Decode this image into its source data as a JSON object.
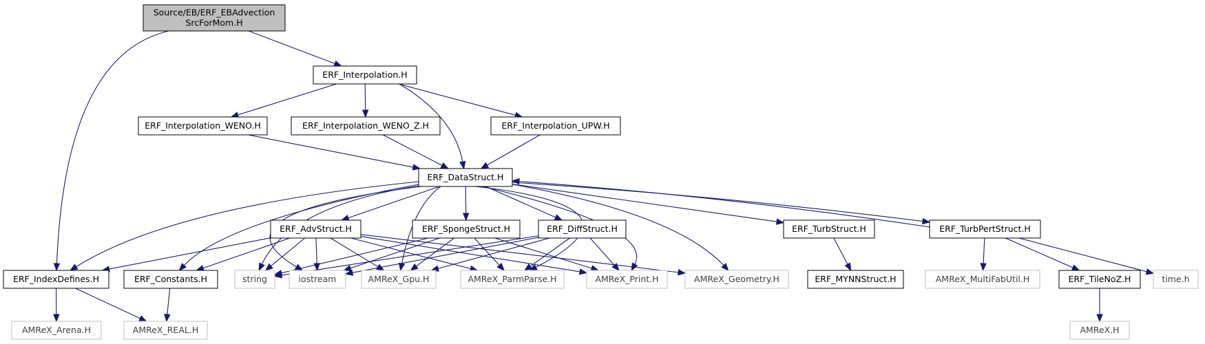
{
  "colors": {
    "edge": "#191970",
    "root_fill": "#bfbfbf",
    "node_border": "#000000",
    "external_border": "#bfbfbf",
    "external_text": "#3f3f3f"
  },
  "nodes": [
    {
      "id": "root",
      "kind": "root",
      "lines": [
        "Source/EB/ERF_EBAdvection",
        "SrcForMom.H"
      ]
    },
    {
      "id": "interp",
      "kind": "local",
      "lines": [
        "ERF_Interpolation.H"
      ]
    },
    {
      "id": "weno",
      "kind": "local",
      "lines": [
        "ERF_Interpolation_WENO.H"
      ]
    },
    {
      "id": "wenoz",
      "kind": "local",
      "lines": [
        "ERF_Interpolation_WENO_Z.H"
      ]
    },
    {
      "id": "upw",
      "kind": "local",
      "lines": [
        "ERF_Interpolation_UPW.H"
      ]
    },
    {
      "id": "datastruct",
      "kind": "local",
      "lines": [
        "ERF_DataStruct.H"
      ]
    },
    {
      "id": "advstruct",
      "kind": "local",
      "lines": [
        "ERF_AdvStruct.H"
      ]
    },
    {
      "id": "sponge",
      "kind": "local",
      "lines": [
        "ERF_SpongeStruct.H"
      ]
    },
    {
      "id": "diff",
      "kind": "local",
      "lines": [
        "ERF_DiffStruct.H"
      ]
    },
    {
      "id": "turb",
      "kind": "local",
      "lines": [
        "ERF_TurbStruct.H"
      ]
    },
    {
      "id": "turbpert",
      "kind": "local",
      "lines": [
        "ERF_TurbPertStruct.H"
      ]
    },
    {
      "id": "indexdef",
      "kind": "local",
      "lines": [
        "ERF_IndexDefines.H"
      ]
    },
    {
      "id": "constants",
      "kind": "local",
      "lines": [
        "ERF_Constants.H"
      ]
    },
    {
      "id": "string",
      "kind": "external",
      "lines": [
        "string"
      ]
    },
    {
      "id": "iostream",
      "kind": "external",
      "lines": [
        "iostream"
      ]
    },
    {
      "id": "gpu",
      "kind": "external",
      "lines": [
        "AMReX_Gpu.H"
      ]
    },
    {
      "id": "parmparse",
      "kind": "external",
      "lines": [
        "AMReX_ParmParse.H"
      ]
    },
    {
      "id": "print",
      "kind": "external",
      "lines": [
        "AMReX_Print.H"
      ]
    },
    {
      "id": "geometry",
      "kind": "external",
      "lines": [
        "AMReX_Geometry.H"
      ]
    },
    {
      "id": "mynn",
      "kind": "local",
      "lines": [
        "ERF_MYNNStruct.H"
      ]
    },
    {
      "id": "multifab",
      "kind": "external",
      "lines": [
        "AMReX_MultiFabUtil.H"
      ]
    },
    {
      "id": "tilenoz",
      "kind": "local",
      "lines": [
        "ERF_TileNoZ.H"
      ]
    },
    {
      "id": "timeh",
      "kind": "external",
      "lines": [
        "time.h"
      ]
    },
    {
      "id": "arena",
      "kind": "external",
      "lines": [
        "AMReX_Arena.H"
      ]
    },
    {
      "id": "real",
      "kind": "external",
      "lines": [
        "AMReX_REAL.H"
      ]
    },
    {
      "id": "amrex",
      "kind": "external",
      "lines": [
        "AMReX.H"
      ]
    }
  ],
  "edges": [
    [
      "root",
      "interp"
    ],
    [
      "root",
      "indexdef"
    ],
    [
      "interp",
      "weno"
    ],
    [
      "interp",
      "wenoz"
    ],
    [
      "interp",
      "upw"
    ],
    [
      "interp",
      "datastruct"
    ],
    [
      "weno",
      "datastruct"
    ],
    [
      "wenoz",
      "datastruct"
    ],
    [
      "upw",
      "datastruct"
    ],
    [
      "datastruct",
      "advstruct"
    ],
    [
      "datastruct",
      "sponge"
    ],
    [
      "datastruct",
      "diff"
    ],
    [
      "datastruct",
      "turb"
    ],
    [
      "datastruct",
      "turbpert"
    ],
    [
      "datastruct",
      "indexdef"
    ],
    [
      "datastruct",
      "constants"
    ],
    [
      "datastruct",
      "string"
    ],
    [
      "datastruct",
      "iostream"
    ],
    [
      "datastruct",
      "gpu"
    ],
    [
      "datastruct",
      "parmparse"
    ],
    [
      "datastruct",
      "print"
    ],
    [
      "datastruct",
      "geometry"
    ],
    [
      "advstruct",
      "indexdef"
    ],
    [
      "advstruct",
      "constants"
    ],
    [
      "advstruct",
      "string"
    ],
    [
      "advstruct",
      "iostream"
    ],
    [
      "advstruct",
      "gpu"
    ],
    [
      "advstruct",
      "parmparse"
    ],
    [
      "advstruct",
      "print"
    ],
    [
      "advstruct",
      "geometry"
    ],
    [
      "sponge",
      "string"
    ],
    [
      "sponge",
      "iostream"
    ],
    [
      "sponge",
      "gpu"
    ],
    [
      "sponge",
      "parmparse"
    ],
    [
      "sponge",
      "print"
    ],
    [
      "diff",
      "string"
    ],
    [
      "diff",
      "iostream"
    ],
    [
      "diff",
      "gpu"
    ],
    [
      "diff",
      "parmparse"
    ],
    [
      "diff",
      "print"
    ],
    [
      "turb",
      "mynn"
    ],
    [
      "turbpert",
      "datastruct"
    ],
    [
      "turbpert",
      "multifab"
    ],
    [
      "turbpert",
      "tilenoz"
    ],
    [
      "turbpert",
      "timeh"
    ],
    [
      "tilenoz",
      "amrex"
    ],
    [
      "indexdef",
      "arena"
    ],
    [
      "indexdef",
      "real"
    ],
    [
      "constants",
      "real"
    ]
  ]
}
